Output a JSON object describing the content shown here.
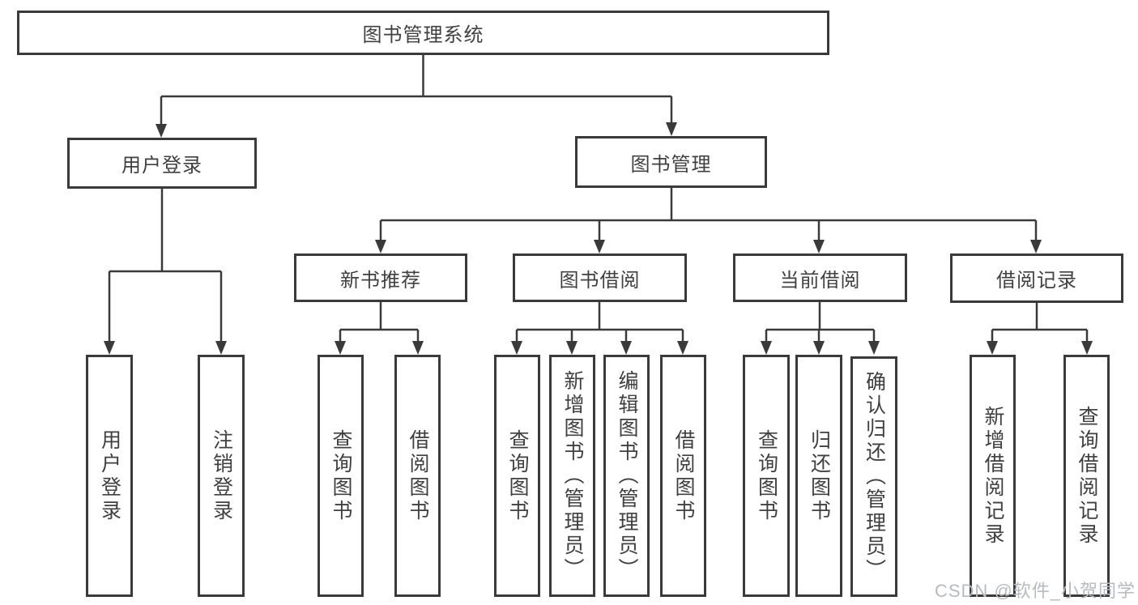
{
  "diagram": {
    "root": {
      "label": "图书管理系统"
    },
    "branches": [
      {
        "label": "用户登录",
        "children": [
          "用户登录",
          "注销登录"
        ]
      },
      {
        "label": "图书管理",
        "groups": [
          {
            "label": "新书推荐",
            "children": [
              "查询图书",
              "借阅图书"
            ]
          },
          {
            "label": "图书借阅",
            "children": [
              "查询图书",
              "新增图书（管理员）",
              "编辑图书（管理员）",
              "借阅图书"
            ]
          },
          {
            "label": "当前借阅",
            "children": [
              "查询图书",
              "归还图书",
              "确认归还（管理员）"
            ]
          },
          {
            "label": "借阅记录",
            "children": [
              "新增借阅记录",
              "查询借阅记录"
            ]
          }
        ]
      }
    ]
  },
  "watermark": {
    "text": "CSDN @软件_小贺同学",
    "color": "#b7bac0"
  },
  "colors": {
    "line": "#3a3a3a",
    "text": "#404040",
    "background": "#ffffff"
  }
}
